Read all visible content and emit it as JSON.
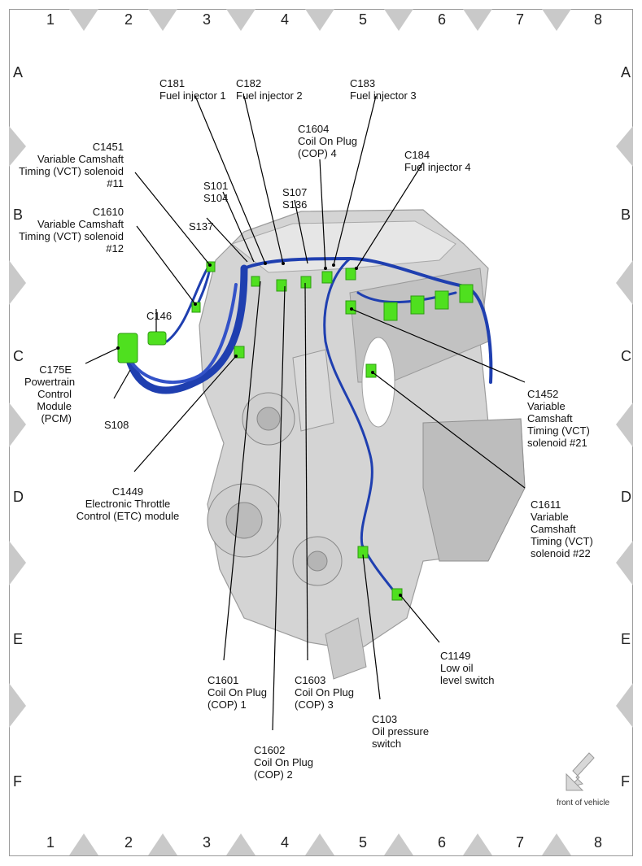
{
  "grid": {
    "columns": [
      "1",
      "2",
      "3",
      "4",
      "5",
      "6",
      "7",
      "8"
    ],
    "rows": [
      "A",
      "B",
      "C",
      "D",
      "E",
      "F"
    ]
  },
  "labels": {
    "c181": [
      "C181",
      "Fuel injector 1"
    ],
    "c182": [
      "C182",
      "Fuel injector 2"
    ],
    "c183": [
      "C183",
      "Fuel injector 3"
    ],
    "c1604": [
      "C1604",
      "Coil On Plug",
      "(COP) 4"
    ],
    "c184": [
      "C184",
      "Fuel injector 4"
    ],
    "c1451": [
      "C1451",
      "Variable Camshaft",
      "Timing (VCT) solenoid #11"
    ],
    "s101": [
      "S101",
      "S104"
    ],
    "s107": [
      "S107",
      "S136"
    ],
    "c1610": [
      "C1610",
      "Variable Camshaft",
      "Timing (VCT) solenoid #12"
    ],
    "s137": [
      "S137"
    ],
    "c146": [
      "C146"
    ],
    "c175e": [
      "C175E",
      "Powertrain",
      "Control",
      "Module",
      "(PCM)"
    ],
    "s108": [
      "S108"
    ],
    "c1449": [
      "C1449",
      "Electronic Throttle",
      "Control (ETC) module"
    ],
    "c1452": [
      "C1452",
      "Variable",
      "Camshaft",
      "Timing (VCT)",
      "solenoid #21"
    ],
    "c1611": [
      "C1611",
      "Variable",
      "Camshaft",
      "Timing (VCT)",
      "solenoid #22"
    ],
    "c1149": [
      "C1149",
      "Low oil",
      "level switch"
    ],
    "c1601": [
      "C1601",
      "Coil On Plug",
      "(COP) 1"
    ],
    "c1603": [
      "C1603",
      "Coil On Plug",
      "(COP) 3"
    ],
    "c103": [
      "C103",
      "Oil pressure",
      "switch"
    ],
    "c1602": [
      "C1602",
      "Coil On Plug",
      "(COP) 2"
    ]
  },
  "front_of_vehicle": "front of vehicle",
  "colors": {
    "harness": "#1f3fb0",
    "connector": "#4fe01f",
    "engine": "#c8c8c8",
    "border_triangle": "#c9c9c9"
  }
}
